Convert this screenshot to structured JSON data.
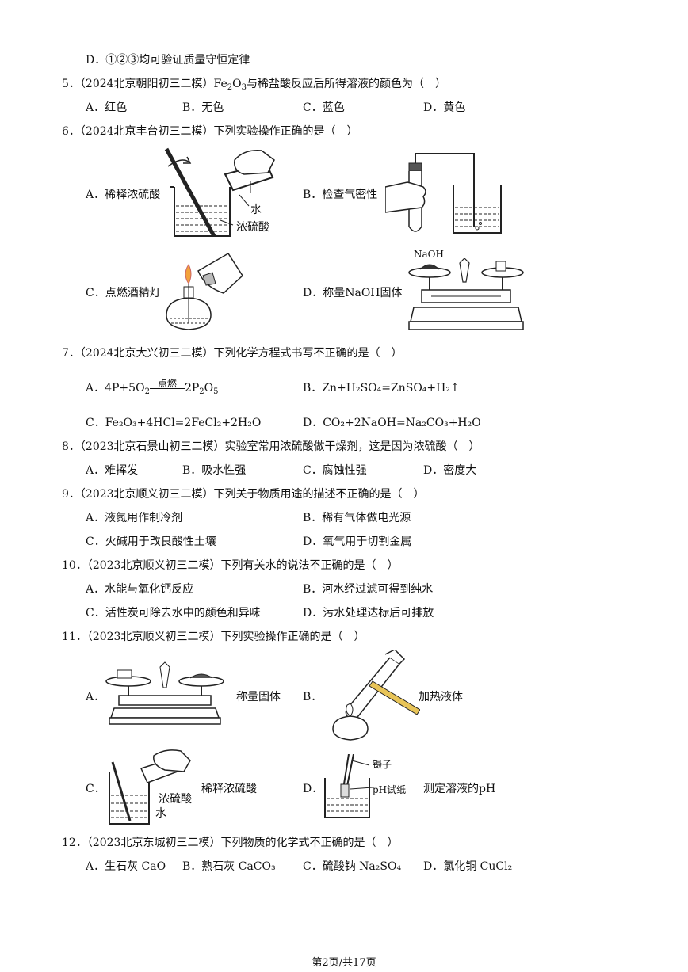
{
  "q4": {
    "optD": "D．①②③均可验证质量守恒定律"
  },
  "q5": {
    "stem_pre": "5．（2024北京朝阳初三二模）Fe",
    "stem_mid": "O",
    "stem_post": "与稀盐酸反应后所得溶液的颜色为（　）",
    "sub2": "2",
    "sub3": "3",
    "options": [
      "A．红色",
      "B．无色",
      "C．蓝色",
      "D．黄色"
    ]
  },
  "q6": {
    "stem": "6．（2024北京丰台初三二模）下列实验操作正确的是（　）",
    "optA": "A．稀释浓硫酸",
    "optA_water": "水",
    "optA_acid": "浓硫酸",
    "optB": "B．检查气密性",
    "optC": "C．点燃酒精灯",
    "optD": "D．称量NaOH固体",
    "optD_label": "NaOH"
  },
  "q7": {
    "stem": "7．（2024北京大兴初三二模）下列化学方程式书写不正确的是（　）",
    "optA_pre": "A．4P+5O",
    "optA_cond": "点燃",
    "optA_post": "2P",
    "optA_end": "O",
    "optA_s2": "2",
    "optA_s5": "5",
    "optB": "B．Zn+H₂SO₄=ZnSO₄+H₂↑",
    "optC": "C．Fe₂O₃+4HCl=2FeCl₂+2H₂O",
    "optD": "D．CO₂+2NaOH=Na₂CO₃+H₂O"
  },
  "q8": {
    "stem": "8．（2023北京石景山初三二模）实验室常用浓硫酸做干燥剂，这是因为浓硫酸（　）",
    "options": [
      "A．难挥发",
      "B．吸水性强",
      "C．腐蚀性强",
      "D．密度大"
    ]
  },
  "q9": {
    "stem": "9．（2023北京顺义初三二模）下列关于物质用途的描述不正确的是（　）",
    "options": [
      "A．液氮用作制冷剂",
      "B．稀有气体做电光源",
      "C．火碱用于改良酸性土壤",
      "D．氧气用于切割金属"
    ]
  },
  "q10": {
    "stem": "10．（2023北京顺义初三二模）下列有关水的说法不正确的是（　）",
    "options": [
      "A．水能与氧化钙反应",
      "B．河水经过滤可得到纯水",
      "C．活性炭可除去水中的颜色和异味",
      "D．污水处理达标后可排放"
    ]
  },
  "q11": {
    "stem": "11．（2023北京顺义初三二模）下列实验操作正确的是（　）",
    "optA": "A．",
    "optA_text": "称量固体",
    "optB": "B．",
    "optB_text": "加热液体",
    "optC": "C．",
    "optC_text": "稀释浓硫酸",
    "optC_acid": "浓硫酸",
    "optC_water": "水",
    "optD": "D．",
    "optD_text": "测定溶液的pH",
    "optD_tweezers": "镊子",
    "optD_paper": "pH试纸"
  },
  "q12": {
    "stem": "12．（2023北京东城初三二模）下列物质的化学式不正确的是（　）",
    "options": [
      "A．生石灰 CaO",
      "B．熟石灰 CaCO₃",
      "C．硫酸钠 Na₂SO₄",
      "D．氯化铜 CuCl₂"
    ]
  },
  "footer": "第2页/共17页"
}
